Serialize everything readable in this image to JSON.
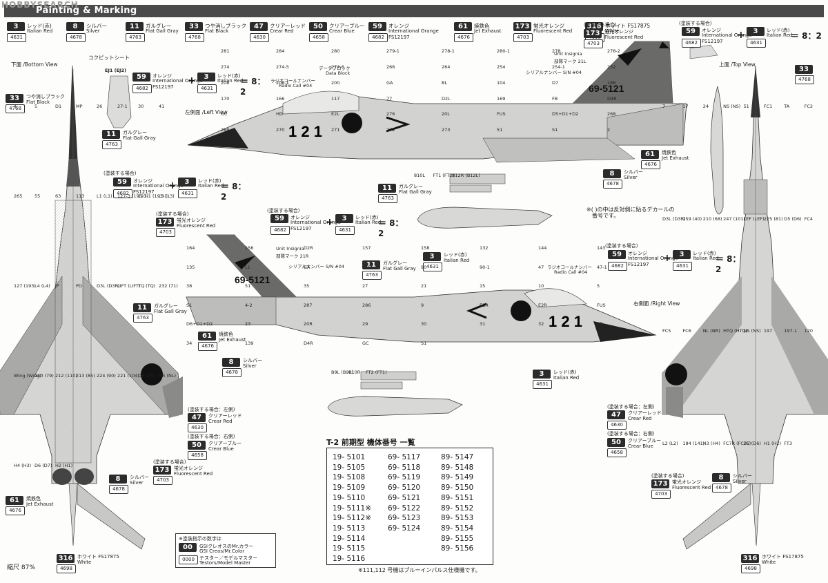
{
  "header": {
    "watermark": "HOBBYSEARCH",
    "title": "Painting & Marking"
  },
  "colors": [
    {
      "num": "3",
      "code": "4631",
      "jp": "レッド(赤)",
      "en": "Italian Red"
    },
    {
      "num": "8",
      "code": "4678",
      "jp": "シルバー",
      "en": "Silver"
    },
    {
      "num": "11",
      "code": "4763",
      "jp": "ガルグレー",
      "en": "Flat Gall Gray"
    },
    {
      "num": "33",
      "code": "4768",
      "jp": "つや消しブラック",
      "en": "Flat Black"
    },
    {
      "num": "47",
      "code": "4630",
      "jp": "クリアーレッド",
      "en": "Crear Red"
    },
    {
      "num": "50",
      "code": "4658",
      "jp": "クリアーブルー",
      "en": "Crear Blue"
    },
    {
      "num": "59",
      "code": "4682",
      "jp": "オレンジ",
      "en": "International Orange",
      "en2": "FS12197"
    },
    {
      "num": "61",
      "code": "4676",
      "jp": "焼鉄色",
      "en": "Jet Exhaust"
    },
    {
      "num": "173",
      "code": "4703",
      "jp": "蛍光オレンジ",
      "en": "Fluorescent Red"
    },
    {
      "num": "316",
      "code": "4698",
      "jp": "ホワイト FS17875",
      "en": "White"
    }
  ],
  "views": {
    "bottom": "下面 /Bottom View",
    "top": "上面 /Top View",
    "left": "左側面 /Left View",
    "right": "右側面 /Right View",
    "cockpit": "コクピットシート"
  },
  "labels": {
    "when_painting": "(塗装する場合)",
    "when_painting_left": "(塗装する場合：左側)",
    "when_painting_right": "(塗装する場合：右側)",
    "mix_ratio": "＝ 8：2",
    "radio_call_jp": "ラジオコールナンバー",
    "radio_call_en": "Radio Call #04",
    "data_block_jp": "データブロック",
    "data_block_en": "Data Block",
    "unit_insignia": "Unit Insignia",
    "unit_mark": "部隊マーク 21L",
    "unit_mark_r": "部隊マーク 21R",
    "serial_no": "シリアルナンバー S/N #04",
    "decal_note_1": "※( )の中は反対側に貼るデカールの",
    "decal_note_2": "番号です。",
    "tail_number": "69-5121",
    "nose_number": "121",
    "ej": "EJ1 (EJ2)",
    "key_title": "※塗装指示の数字は",
    "key_00": "00",
    "key_00_text": "GSIクレオスのMr.カラー",
    "key_00_text2": "GSI Creos/Mr.Color",
    "key_0000": "0000",
    "key_0000_text": "テスター／モデルマスター",
    "key_0000_text2": "Testors/Model Master",
    "scale": "縮尺 87%"
  },
  "serials": {
    "title": "T-2 前期型 機体番号 一覧",
    "col1": [
      "19- 5101",
      "19- 5105",
      "19- 5108",
      "19- 5109",
      "19- 5110",
      "19- 5111※",
      "19- 5112※",
      "19- 5113",
      "19- 5114",
      "19- 5115",
      "19- 5116"
    ],
    "col2": [
      "69- 5117",
      "69- 5118",
      "69- 5119",
      "69- 5120",
      "69- 5121",
      "69- 5122",
      "69- 5123",
      "69- 5124"
    ],
    "col3": [
      "89- 5147",
      "89- 5148",
      "89- 5149",
      "89- 5150",
      "89- 5151",
      "89- 5152",
      "89- 5153",
      "89- 5154",
      "89- 5155",
      "89- 5156"
    ],
    "note": "※111,112 号機はブルーインパルス仕様機です。"
  },
  "decal_numbers": {
    "left_view": [
      "281",
      "284",
      "280",
      "279-1",
      "278-1",
      "280-1",
      "278",
      "278-2",
      "274",
      "274-5",
      "274-6",
      "266",
      "264",
      "254",
      "254-1",
      "252",
      "208",
      "208-1",
      "200",
      "GA",
      "BL",
      "104",
      "D7",
      "186",
      "170",
      "166",
      "117",
      "77",
      "D2L",
      "169",
      "FB",
      "D4R",
      "GC",
      "HD",
      "E2L",
      "276",
      "20L",
      "FUS",
      "D5+D1+D2",
      "268",
      "269",
      "270",
      "271",
      "272",
      "273",
      "51",
      "S1",
      "2",
      "3"
    ],
    "right_view": [
      "164",
      "156",
      "D2R",
      "157",
      "158",
      "132",
      "144",
      "143",
      "135",
      "L1",
      "GA",
      "116",
      "90",
      "90-1",
      "47",
      "47-1",
      "38",
      "51",
      "35",
      "27",
      "21",
      "15",
      "10",
      "5",
      "S1",
      "4-2",
      "287",
      "286",
      "9",
      "E1R",
      "E2R",
      "FUS",
      "D6+D1+D2",
      "23",
      "20R",
      "29",
      "30",
      "31",
      "32",
      "33",
      "34",
      "139",
      "D4R",
      "GC",
      "S1"
    ],
    "bottom_view": [
      "4",
      "5",
      "D1",
      "MP",
      "26",
      "27-1",
      "30",
      "41",
      "265",
      "55",
      "63",
      "113",
      "L1 (L1)",
      "127-3 (193-3)",
      "127-1 (193-1)",
      "L3 (L3)",
      "127 (193)",
      "L4 (L4)",
      "JP",
      "PD",
      "D3L (D3R)",
      "LIFT (LIFT)",
      "TQ (TQ)",
      "232 (71)",
      "Wing (Wing)",
      "240 (79)",
      "212 (110)",
      "213 (85)",
      "224 (90)",
      "221 (104)",
      "D6 (D5)",
      "NR (NL)",
      "H4 (H3)",
      "D6 (D7)",
      "H2 (H1)"
    ],
    "top_view": [
      "7",
      "17",
      "24",
      "NS (NS)",
      "51",
      "FC1",
      "TA",
      "FC2",
      "D3L (D3R)",
      "259 (40)",
      "210 (68)",
      "247 (101)",
      "LEF (LEF)",
      "225 (81)",
      "D5 (D6)",
      "FC4",
      "FC5",
      "FC6",
      "NL (NR)",
      "HTQ (HTQ)",
      "NS (NS)",
      "197",
      "197-1",
      "120",
      "L2 (L2)",
      "184 (141)",
      "H3 (H4)",
      "FC7R (FC7L)",
      "D7 (D6)",
      "H1 (H2)",
      "FT3"
    ],
    "tanks": [
      "810L",
      "B9L (B9R)",
      "FT1 (FT2)",
      "B10R",
      "B12R (B12L)",
      "FT2 (FT1)"
    ]
  }
}
